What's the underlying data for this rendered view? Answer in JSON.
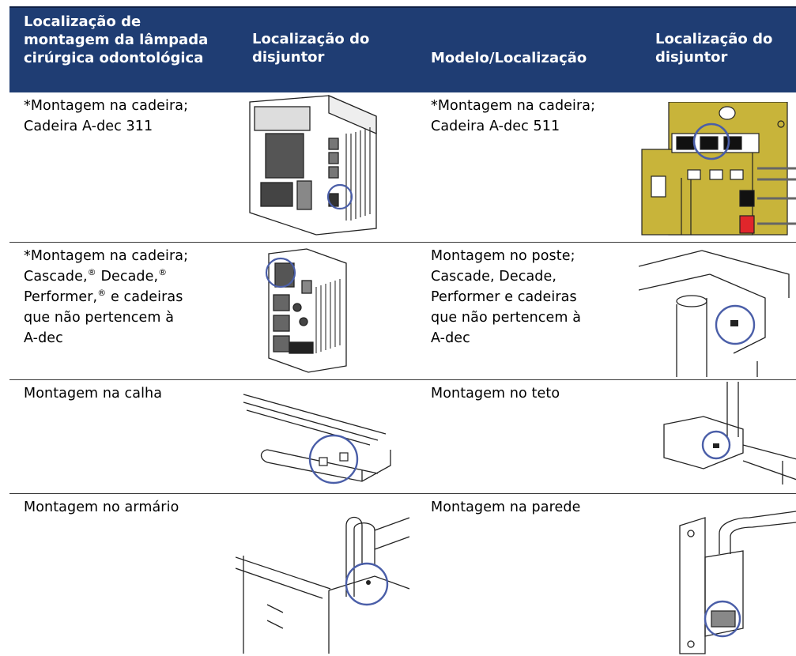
{
  "headers": [
    "Localização de\nmontagem da lâmpada\ncirúrgica odontológica",
    "Localização do\ndisjuntor",
    "Modelo/Localização",
    "Localização do\ndisjuntor"
  ],
  "rows": [
    {
      "left_text": "*Montagem na cadeira;\nCadeira A-dec 311",
      "right_text": "*Montagem na cadeira;\nCadeira A-dec 511"
    },
    {
      "left_lines": [
        "*Montagem na cadeira;",
        "Cascade,",
        "Decade,",
        "Performer,",
        "e cadeiras",
        "que não pertencem à",
        "A-dec"
      ],
      "reg_mark": "®",
      "right_text": "Montagem no poste;\nCascade, Decade,\nPerformer e cadeiras\nque não pertencem à\nA-dec"
    },
    {
      "left_text": "Montagem na calha",
      "right_text": "Montagem no teto"
    },
    {
      "left_text": "Montagem no armário",
      "right_text": "Montagem na parede"
    }
  ],
  "colors": {
    "header_bg": "#1f3d73",
    "header_text": "#ffffff",
    "highlight_circle": "#4a5ea8",
    "board_yellow": "#c8b43a",
    "plug_red": "#e0262b"
  }
}
